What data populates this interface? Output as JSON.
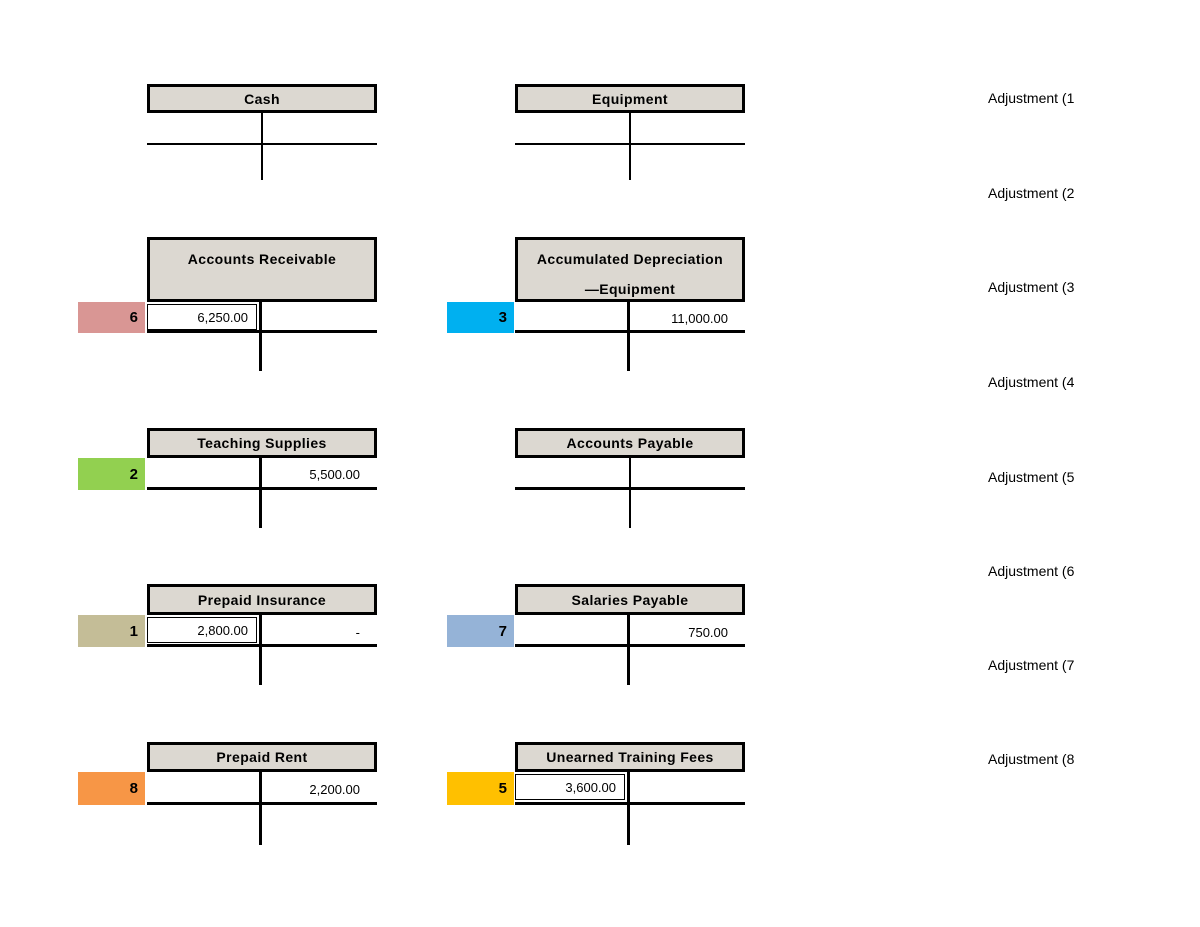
{
  "colors": {
    "header_fill": "#dcd8d1",
    "line": "#000000",
    "marker_rose": "#d99694",
    "marker_cyan": "#00b0f0",
    "marker_green": "#92d050",
    "marker_tan": "#c4bd97",
    "marker_steel_blue": "#95b3d7",
    "marker_orange": "#f79646",
    "marker_gold": "#ffc000"
  },
  "accounts": [
    {
      "title": "Cash"
    },
    {
      "title": "Equipment"
    },
    {
      "title": "Accounts Receivable",
      "marker": "6",
      "marker_color": "#d99694",
      "debit": "6,250.00"
    },
    {
      "title": "Accumulated Depreciation",
      "title_line2": "—Equipment",
      "marker": "3",
      "marker_color": "#00b0f0",
      "credit": "11,000.00"
    },
    {
      "title": "Teaching Supplies",
      "marker": "2",
      "marker_color": "#92d050",
      "credit": "5,500.00"
    },
    {
      "title": "Accounts Payable"
    },
    {
      "title": "Prepaid Insurance",
      "marker": "1",
      "marker_color": "#c4bd97",
      "debit": "2,800.00",
      "credit": "-"
    },
    {
      "title": "Salaries Payable",
      "marker": "7",
      "marker_color": "#95b3d7",
      "credit": "750.00"
    },
    {
      "title": "Prepaid Rent",
      "marker": "8",
      "marker_color": "#f79646",
      "credit": "2,200.00"
    },
    {
      "title": "Unearned Training Fees",
      "marker": "5",
      "marker_color": "#ffc000",
      "debit": "3,600.00"
    }
  ],
  "adjustments": [
    {
      "label": "Adjustment (1"
    },
    {
      "label": "Adjustment (2"
    },
    {
      "label": "Adjustment (3"
    },
    {
      "label": "Adjustment (4"
    },
    {
      "label": "Adjustment (5"
    },
    {
      "label": "Adjustment (6"
    },
    {
      "label": "Adjustment (7"
    },
    {
      "label": "Adjustment (8"
    }
  ]
}
